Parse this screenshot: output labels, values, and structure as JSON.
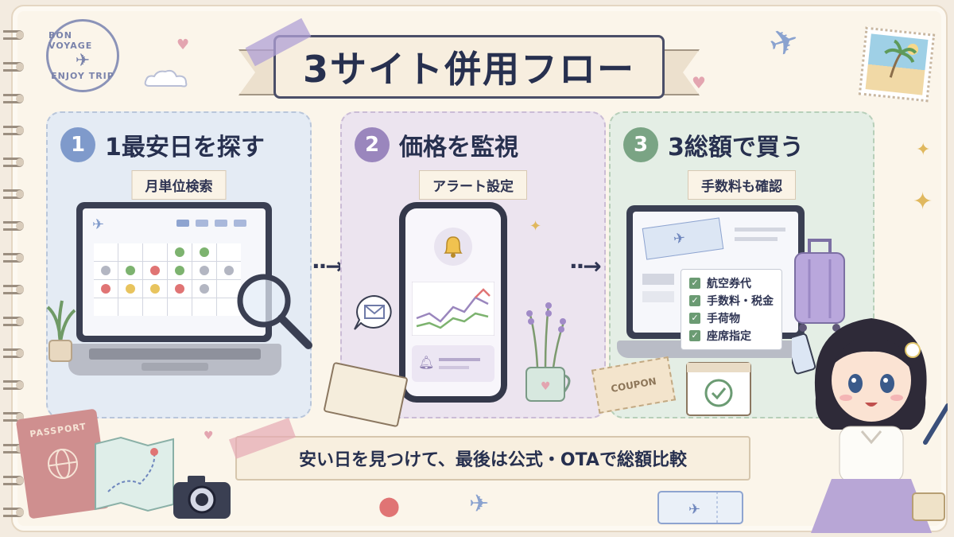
{
  "title": "3サイト併用フロー",
  "stamp": {
    "top_text": "BON VOYAGE",
    "bottom_text": "ENJOY TRIP"
  },
  "steps": [
    {
      "number": "1",
      "title": "1最安日を探す",
      "subtitle": "月単位検索"
    },
    {
      "number": "2",
      "title": "価格を監視",
      "subtitle": "アラート設定"
    },
    {
      "number": "3",
      "title": "3総額で買う",
      "subtitle": "手数料も確認"
    }
  ],
  "checklist": [
    "航空券代",
    "手数料・税金",
    "手荷物",
    "座席指定"
  ],
  "coupon_text": "COUPON",
  "passport_text": "PASSPORT",
  "summary": "安い日を見つけて、最後は公式・OTAで総額比較",
  "colors": {
    "step1": "#7f9acb",
    "step2": "#9a86bd",
    "step3": "#7aa484",
    "background": "#fbf5ea"
  }
}
